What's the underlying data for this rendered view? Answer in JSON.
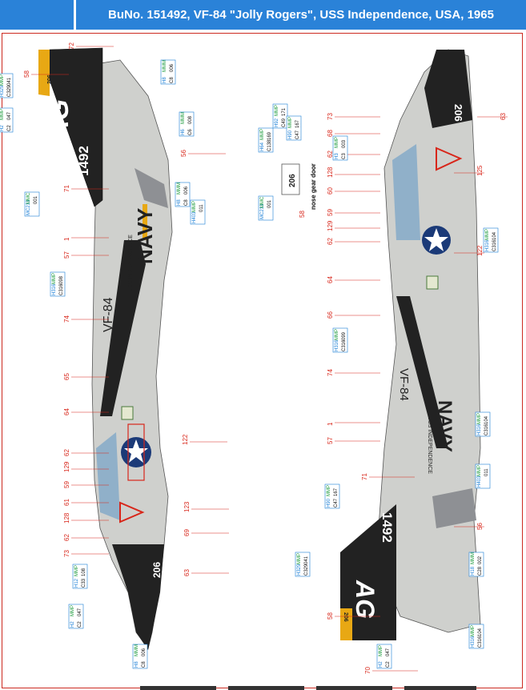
{
  "header": {
    "title": "BuNo. 151492, VF-84 \"Jolly Rogers\", USS Independence, USA, 1965"
  },
  "colors": {
    "header_blue": "#2a82d8",
    "frame_red": "#cc2a20",
    "callout_red": "#d8261a",
    "code_blue": "#1b7fd6",
    "tail_black": "#222222",
    "fuselage_gray": "#cfd0cd",
    "stripe_yellow": "#e8a814"
  },
  "aircraft_markings": {
    "tail_letters": "AG",
    "modex": "206",
    "serial": "1492",
    "squadron": "VF-84",
    "ship": "USS INDEPENDENCE",
    "service": "NAVY"
  },
  "nose_gear_door": {
    "label": "nose gear door",
    "number": "206",
    "callout": "58"
  },
  "left_view_callouts": [
    {
      "n": "72"
    },
    {
      "n": "58"
    },
    {
      "n": "56"
    },
    {
      "n": "71"
    },
    {
      "n": "1"
    },
    {
      "n": "57"
    },
    {
      "n": "74"
    },
    {
      "n": "65"
    },
    {
      "n": "64"
    },
    {
      "n": "62"
    },
    {
      "n": "129"
    },
    {
      "n": "122"
    },
    {
      "n": "59"
    },
    {
      "n": "61"
    },
    {
      "n": "128"
    },
    {
      "n": "123"
    },
    {
      "n": "62"
    },
    {
      "n": "69"
    },
    {
      "n": "73"
    },
    {
      "n": "63"
    }
  ],
  "right_view_callouts": [
    {
      "n": "73"
    },
    {
      "n": "68"
    },
    {
      "n": "63"
    },
    {
      "n": "62"
    },
    {
      "n": "128"
    },
    {
      "n": "125"
    },
    {
      "n": "60"
    },
    {
      "n": "59"
    },
    {
      "n": "129"
    },
    {
      "n": "62"
    },
    {
      "n": "122"
    },
    {
      "n": "64"
    },
    {
      "n": "66"
    },
    {
      "n": "74"
    },
    {
      "n": "1"
    },
    {
      "n": "57"
    },
    {
      "n": "71"
    },
    {
      "n": "56"
    },
    {
      "n": "58"
    },
    {
      "n": "70"
    }
  ],
  "paint_codes": [
    {
      "h": "H329",
      "m": "MMP",
      "c": "C329",
      "n": "041"
    },
    {
      "h": "H2",
      "m": "MMP",
      "c": "C2",
      "n": "047"
    },
    {
      "h": "H8",
      "m": "MMM",
      "c": "C8",
      "n": "006"
    },
    {
      "h": "H6",
      "m": "MMM",
      "c": "C6",
      "n": "008"
    },
    {
      "h": "H8",
      "m": "MMM",
      "c": "C8",
      "n": "006"
    },
    {
      "h": "MC213",
      "m": "MMC",
      "c": "",
      "n": "001"
    },
    {
      "h": "H403",
      "m": "MMP",
      "c": "",
      "n": "011"
    },
    {
      "h": "H316",
      "m": "MMP",
      "c": "C316",
      "n": "098"
    },
    {
      "h": "H12",
      "m": "MMP",
      "c": "C33",
      "n": "108"
    },
    {
      "h": "H2",
      "m": "MMP",
      "c": "C2",
      "n": "047"
    },
    {
      "h": "H8",
      "m": "MMM",
      "c": "C8",
      "n": "006"
    },
    {
      "h": "H64",
      "m": "MMP",
      "c": "C138",
      "n": "169"
    },
    {
      "h": "H92",
      "m": "MMP",
      "c": "C49",
      "n": "171"
    },
    {
      "h": "H90",
      "m": "MMP",
      "c": "C47",
      "n": "167"
    },
    {
      "h": "H3",
      "m": "MMP",
      "c": "C3",
      "n": "003"
    },
    {
      "h": "H316",
      "m": "MMP",
      "c": "C316",
      "n": "104"
    },
    {
      "h": "H316",
      "m": "MMP",
      "c": "C316",
      "n": "099"
    },
    {
      "h": "H316",
      "m": "MMP",
      "c": "C316",
      "n": "104"
    },
    {
      "h": "H403",
      "m": "MMP",
      "c": "",
      "n": "011"
    },
    {
      "h": "H90",
      "m": "MMP",
      "c": "C47",
      "n": "167"
    },
    {
      "h": "H18",
      "m": "MMM",
      "c": "C28",
      "n": "002"
    },
    {
      "h": "H329",
      "m": "MMP",
      "c": "C329",
      "n": "041"
    },
    {
      "h": "H2",
      "m": "MMP",
      "c": "C2",
      "n": "047"
    },
    {
      "h": "H316",
      "m": "MMP",
      "c": "C316",
      "n": "104"
    },
    {
      "h": "MC213",
      "m": "MMC",
      "c": "",
      "n": "001"
    }
  ]
}
